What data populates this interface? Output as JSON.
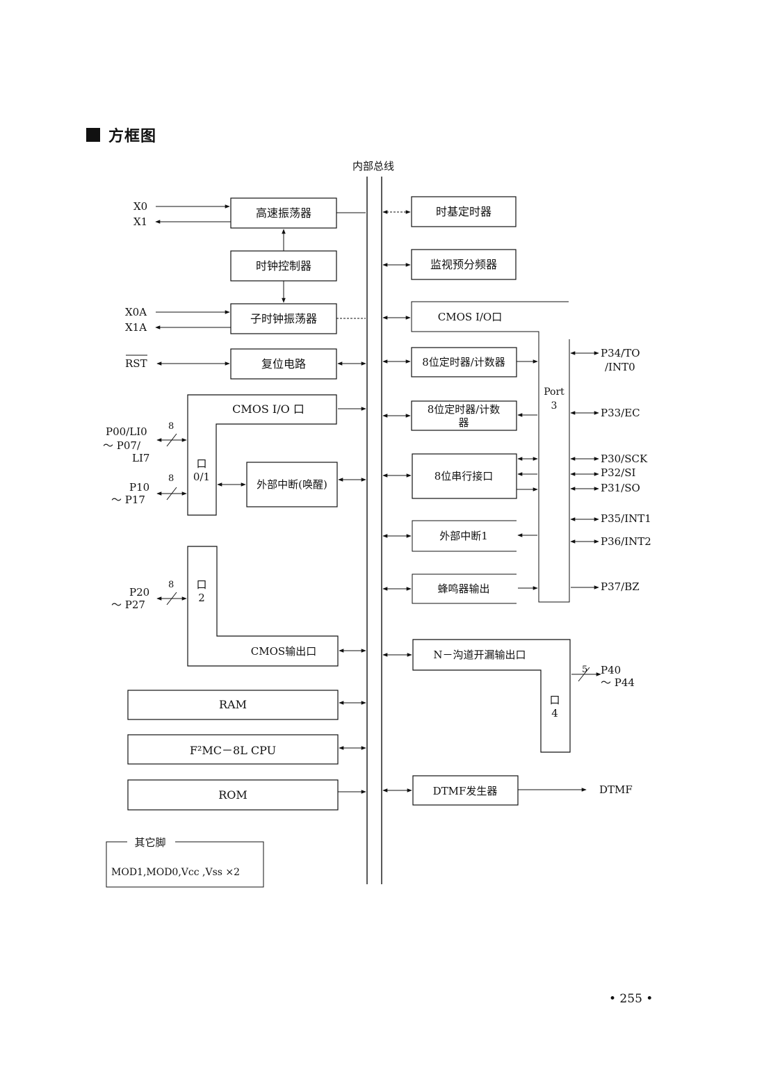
{
  "heading": "方框图",
  "bus_label": "内部总线",
  "left_blocks": {
    "hs_osc": "高速振荡器",
    "clock_ctrl": "时钟控制器",
    "sub_osc": "子时钟振荡器",
    "reset": "复位电路",
    "cmos_io": "CMOS I/O 口",
    "port01": [
      "口",
      "0/1"
    ],
    "ext_int_wake": "外部中断(唤醒)",
    "port2": [
      "口",
      "2"
    ],
    "cmos_out": "CMOS输出口",
    "ram": "RAM",
    "cpu": "F²MC－8L CPU",
    "rom": "ROM"
  },
  "left_pins": {
    "x0": "X0",
    "x1": "X1",
    "x0a": "X0A",
    "x1a": "X1A",
    "rst": "RST",
    "p00": [
      "P00/LI0",
      "～ P07/",
      "LI7"
    ],
    "p10": [
      "P10",
      "～ P17"
    ],
    "p20": [
      "P20",
      "～ P27"
    ],
    "bits8": "8"
  },
  "right_blocks": {
    "timebase": "时基定时器",
    "watchdog": "监视预分频器",
    "cmos_io3": "CMOS I/O口",
    "timer1": "8位定时器/计数器",
    "timer2": [
      "8位定时器/计数",
      "器"
    ],
    "serial": "8位串行接口",
    "ext_int1": "外部中断1",
    "buzzer": "蜂鸣器输出",
    "port3": [
      "Port",
      "3"
    ],
    "nch": "N－沟道开漏输出口",
    "port4": [
      "口",
      "4"
    ],
    "dtmf_gen": "DTMF发生器"
  },
  "right_pins": {
    "p34": [
      "P34/TO",
      "/INT0"
    ],
    "p33": "P33/EC",
    "p30": "P30/SCK",
    "p32": "P32/SI",
    "p31": "P31/SO",
    "p35": "P35/INT1",
    "p36": "P36/INT2",
    "p37": "P37/BZ",
    "p40": [
      "P40",
      "～ P44"
    ],
    "bits5": "5",
    "dtmf": "DTMF"
  },
  "other_pins": {
    "title": "其它脚",
    "content": "MOD1,MOD0,Vcc ,Vss ×2"
  },
  "page_number": "• 255 •"
}
